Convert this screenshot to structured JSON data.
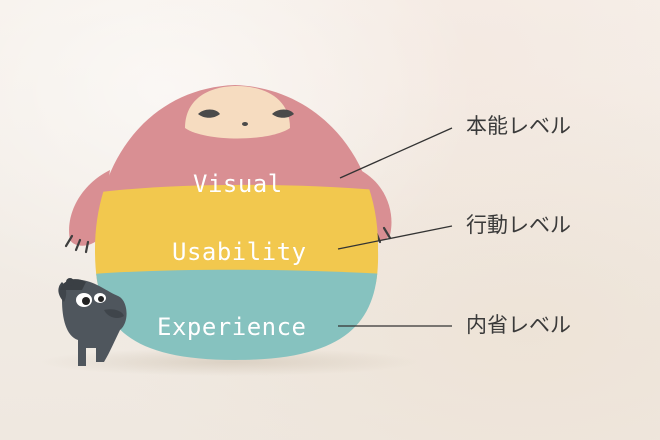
{
  "layers": [
    {
      "label": "Visual",
      "color": "#d98f93"
    },
    {
      "label": "Usability",
      "color": "#f2c84e"
    },
    {
      "label": "Experience",
      "color": "#86c2bf"
    }
  ],
  "levels": [
    {
      "label": "本能レベル"
    },
    {
      "label": "行動レベル"
    },
    {
      "label": "内省レベル"
    }
  ],
  "colors": {
    "face": "#f6dcc0",
    "eye": "#4a4a4a",
    "dog": "#4f565d",
    "line": "#333333"
  }
}
